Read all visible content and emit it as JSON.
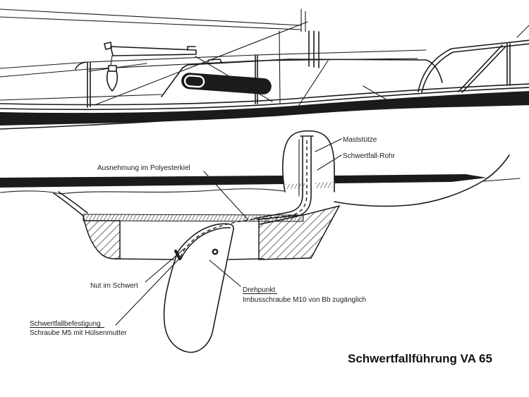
{
  "diagram": {
    "title": "Schwertfallführung VA 65",
    "labels": {
      "mast_support": "Maststütze",
      "halyard_tube": "Schwertfall-Rohr",
      "keel_recess": "Ausnehmung im Polyesterkiel",
      "groove_in_board": "Nut im Schwert",
      "pivot_heading": "Drehpunkt",
      "pivot_detail": "Imbusschraube M10 von Bb zugänglich",
      "halyard_fastening_heading": "Schwertfallbefestigung",
      "halyard_fastening_detail": "Schraube M5 mit Hülsenmutter"
    },
    "colors": {
      "ink": "#1b1b1b",
      "paper": "#ffffff"
    }
  }
}
